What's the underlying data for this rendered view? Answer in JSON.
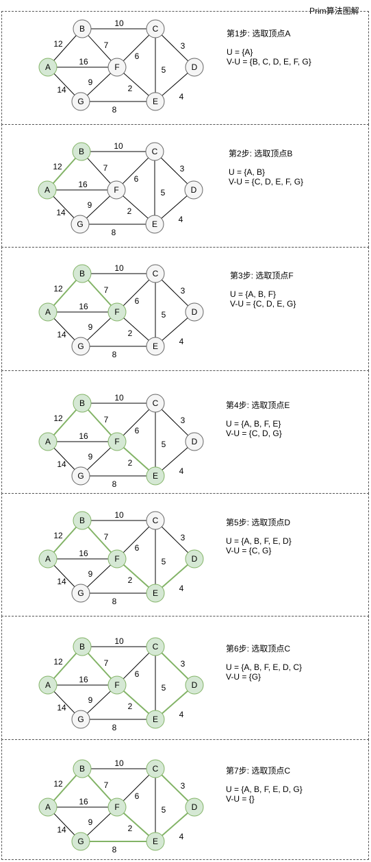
{
  "title": "Prim算法图解",
  "colors": {
    "selected_fill": "#d5e8d4",
    "selected_edge": "#82b366",
    "node_fill": "#f5f5f5",
    "node_stroke": "#666666",
    "edge": "#000000"
  },
  "nodes": [
    "A",
    "B",
    "C",
    "D",
    "E",
    "F",
    "G"
  ],
  "edges": [
    {
      "from": "A",
      "to": "B",
      "weight": "12"
    },
    {
      "from": "B",
      "to": "C",
      "weight": "10"
    },
    {
      "from": "B",
      "to": "F",
      "weight": "7"
    },
    {
      "from": "A",
      "to": "F",
      "weight": "16"
    },
    {
      "from": "C",
      "to": "F",
      "weight": "6"
    },
    {
      "from": "C",
      "to": "D",
      "weight": "3"
    },
    {
      "from": "C",
      "to": "E",
      "weight": "5"
    },
    {
      "from": "A",
      "to": "G",
      "weight": "14"
    },
    {
      "from": "F",
      "to": "G",
      "weight": "9"
    },
    {
      "from": "F",
      "to": "E",
      "weight": "2"
    },
    {
      "from": "G",
      "to": "E",
      "weight": "8"
    },
    {
      "from": "D",
      "to": "E",
      "weight": "4"
    }
  ],
  "steps": [
    {
      "label": "第1步: 选取顶点A",
      "u": "U = {A}",
      "vu": "V-U = {B, C, D, E, F, G}",
      "selected": [
        "A"
      ],
      "tree": []
    },
    {
      "label": "第2步: 选取顶点B",
      "u": "U = {A, B}",
      "vu": "V-U = {C, D, E, F, G}",
      "selected": [
        "A",
        "B"
      ],
      "tree": [
        "A-B"
      ]
    },
    {
      "label": "第3步: 选取顶点F",
      "u": "U = {A, B, F}",
      "vu": "V-U = {C, D, E, G}",
      "selected": [
        "A",
        "B",
        "F"
      ],
      "tree": [
        "A-B",
        "B-F"
      ]
    },
    {
      "label": "第4步: 选取顶点E",
      "u": "U =  {A, B, F, E}",
      "vu": "V-U = {C, D, G}",
      "selected": [
        "A",
        "B",
        "F",
        "E"
      ],
      "tree": [
        "A-B",
        "B-F",
        "F-E"
      ]
    },
    {
      "label": "第5步: 选取顶点D",
      "u": "U = {A, B, F, E, D}",
      "vu": "V-U = {C, G}",
      "selected": [
        "A",
        "B",
        "F",
        "E",
        "D"
      ],
      "tree": [
        "A-B",
        "B-F",
        "F-E",
        "D-E"
      ]
    },
    {
      "label": "第6步: 选取顶点C",
      "u": "U = {A, B, F, E, D, C}",
      "vu": "V-U = {G}",
      "selected": [
        "A",
        "B",
        "F",
        "E",
        "D",
        "C"
      ],
      "tree": [
        "A-B",
        "B-F",
        "F-E",
        "D-E",
        "C-D"
      ]
    },
    {
      "label": "第7步: 选取顶点C",
      "u": "U = {A, B, F, E, D, G}",
      "vu": "V-U = {}",
      "selected": [
        "A",
        "B",
        "F",
        "E",
        "D",
        "C",
        "G"
      ],
      "tree": [
        "A-B",
        "B-F",
        "F-E",
        "D-E",
        "C-D",
        "G-E"
      ]
    }
  ]
}
